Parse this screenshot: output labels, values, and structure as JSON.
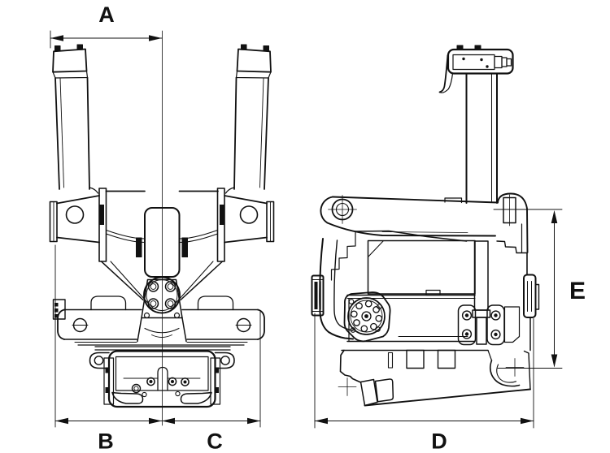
{
  "figure": {
    "background_color": "#ffffff",
    "line_color": "#111111",
    "dimension_labels": {
      "a": "A",
      "b": "B",
      "c": "C",
      "d": "D",
      "e": "E"
    }
  }
}
